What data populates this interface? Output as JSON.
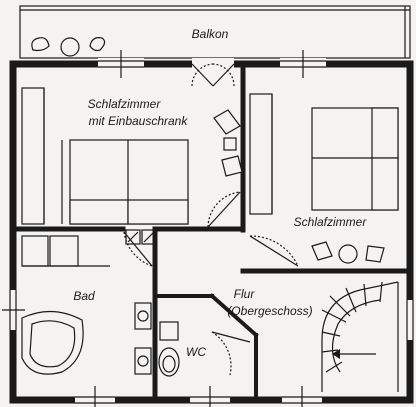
{
  "rooms": {
    "balcony": "Balkon",
    "bedroom_left_line1": "Schlafzimmer",
    "bedroom_left_line2": "mit Einbauschrank",
    "bedroom_right": "Schlafzimmer",
    "bath": "Bad",
    "hall_line1": "Flur",
    "hall_line2": "(Obergeschoss)",
    "wc": "WC"
  },
  "colors": {
    "background": "#f4f3f2",
    "ink": "#1a1a1a"
  }
}
